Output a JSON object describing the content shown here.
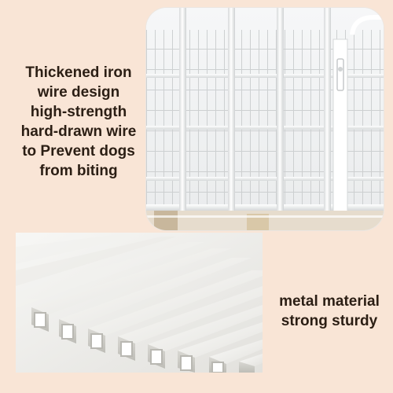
{
  "captions": {
    "wire": {
      "lines": [
        "Thickened iron",
        "wire design",
        "high-strength",
        "hard-drawn wire",
        "to Prevent dogs",
        "from biting"
      ]
    },
    "material": {
      "lines": [
        "metal material",
        "strong sturdy"
      ]
    }
  },
  "colors": {
    "background": "#f9e5d6",
    "caption_text": "#2b1e14",
    "wire_white": "#ffffff",
    "tube_white": "#f6f5f2"
  }
}
